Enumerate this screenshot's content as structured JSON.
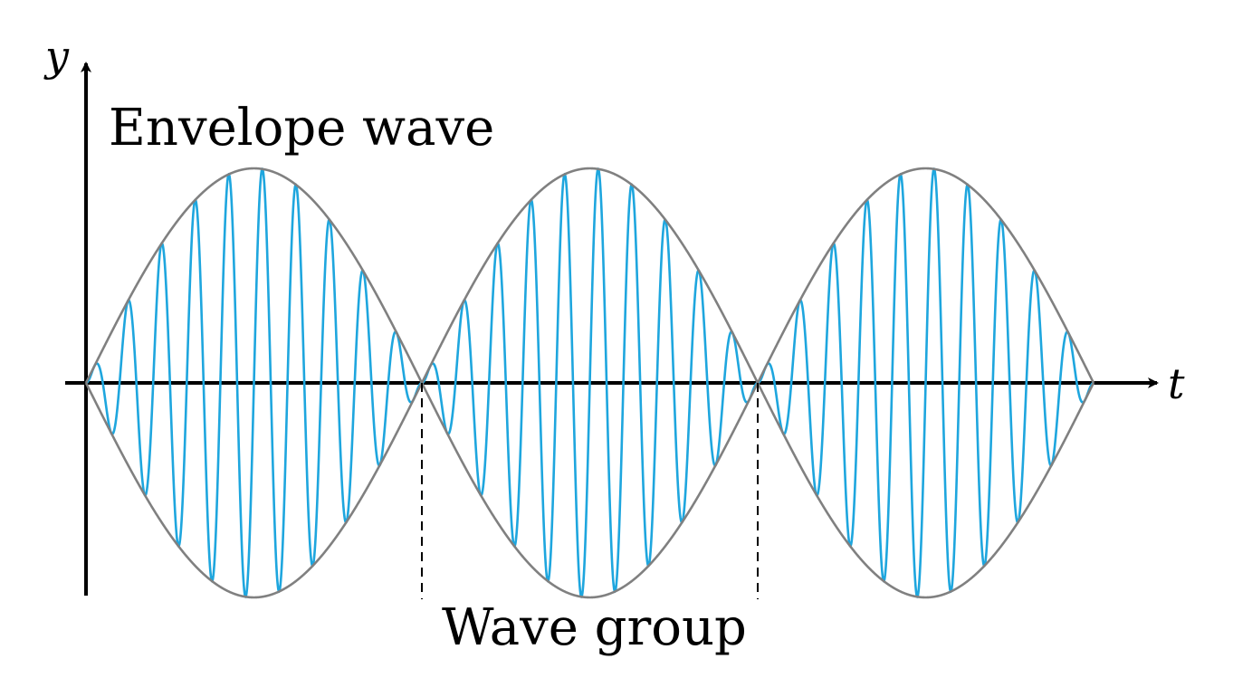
{
  "axes": {
    "y_label": "y",
    "x_label": "t"
  },
  "labels": {
    "envelope": "Envelope wave",
    "group": "Wave group"
  },
  "wave": {
    "envelope_lobes": 3,
    "carrier_cycles_per_lobe": 10,
    "carrier_color": "#1ea6de",
    "envelope_color": "#808080",
    "axis_color": "#000000"
  }
}
